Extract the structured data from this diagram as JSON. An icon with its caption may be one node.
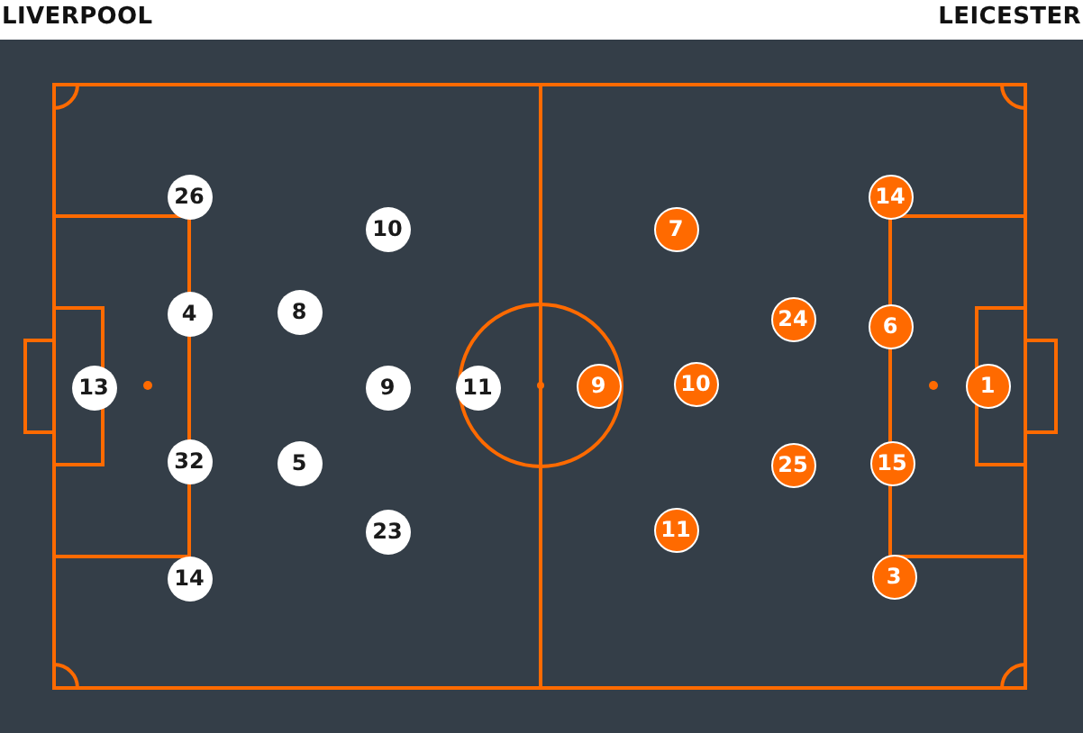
{
  "diagram": {
    "nodes": [
      {
        "text": [
          "26"
        ]
      },
      {
        "text": [
          "10"
        ]
      },
      {
        "text": [
          "4"
        ]
      },
      {
        "text": [
          "8"
        ]
      },
      {
        "text": [
          "13"
        ]
      },
      {
        "text": [
          "9"
        ]
      },
      {
        "text": [
          "11"
        ]
      },
      {
        "text": [
          "32"
        ]
      },
      {
        "text": [
          "5"
        ]
      },
      {
        "text": [
          "23"
        ]
      },
      {
        "text": [
          "14"
        ]
      },
      {
        "text": [
          "14"
        ]
      },
      {
        "text": [
          "7"
        ]
      },
      {
        "text": [
          "24"
        ]
      },
      {
        "text": [
          "6"
        ]
      },
      {
        "text": [
          "9"
        ]
      },
      {
        "text": [
          "10"
        ]
      },
      {
        "text": [
          "1"
        ]
      },
      {
        "text": [
          "25"
        ]
      },
      {
        "text": [
          "15"
        ]
      },
      {
        "text": [
          "11"
        ]
      },
      {
        "text": [
          "3"
        ]
      }
    ],
    "edges": [],
    "labels": [
      "LIVERPOOL",
      "LEICESTER"
    ]
  }
}
